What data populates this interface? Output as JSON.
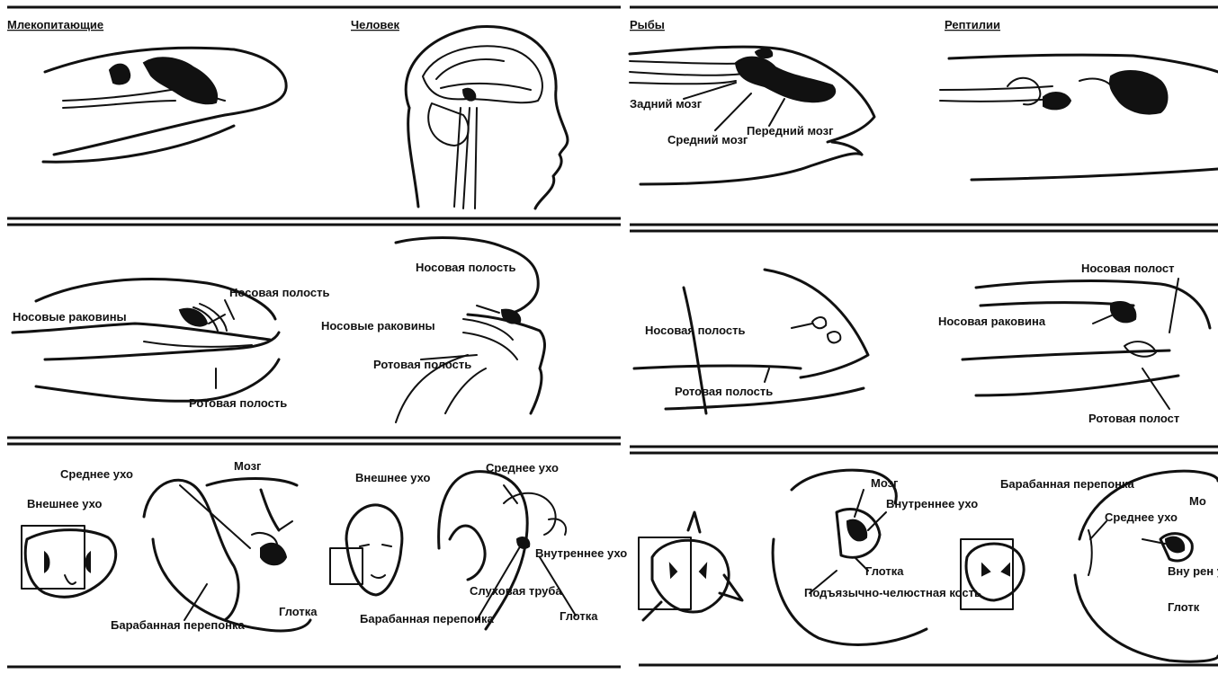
{
  "headers": {
    "mammals": "Млекопитающие",
    "human": "Человек",
    "fish": "Рыбы",
    "reptiles": "Рептилии"
  },
  "brain": {
    "hindbrain": "Задний мозг",
    "midbrain": "Средний мозг",
    "forebrain": "Передний мозг"
  },
  "nose_mammal": {
    "conchae": "Носовые раковины",
    "nasal_cavity": "Носовая полость",
    "oral_cavity": "Ротовая полость"
  },
  "nose_human": {
    "nasal_cavity": "Носовая полость",
    "conchae": "Носовые раковины",
    "oral_cavity": "Ротовая полость"
  },
  "nose_fish": {
    "nasal_cavity": "Носовая полость",
    "oral_cavity": "Ротовая полость"
  },
  "nose_reptile": {
    "nasal_cavity": "Носовая полост",
    "concha": "Носовая раковина",
    "oral_cavity": "Ротовая полост"
  },
  "ear_mammal": {
    "middle_ear": "Среднее ухо",
    "outer_ear": "Внешнее ухо",
    "brain": "Мозг",
    "eardrum": "Барабанная перепонка",
    "pharynx": "Глотка"
  },
  "ear_human": {
    "outer_ear": "Внешнее ухо",
    "middle_ear": "Среднее ухо",
    "inner_ear": "Внутреннее ухо",
    "eustachian": "Слуховая труба",
    "eardrum": "Барабанная перепонка",
    "pharynx": "Глотка"
  },
  "ear_fish": {
    "brain": "Мозг",
    "inner_ear": "Внутреннее ухо",
    "pharynx": "Глотка",
    "hyomandibular": "Подъязычно-челюстная кость"
  },
  "ear_reptile": {
    "eardrum": "Барабанная перепонка",
    "middle_ear": "Среднее ухо",
    "brain": "Мо",
    "inner_ear": "Вну рен у",
    "pharynx": "Глотк"
  }
}
